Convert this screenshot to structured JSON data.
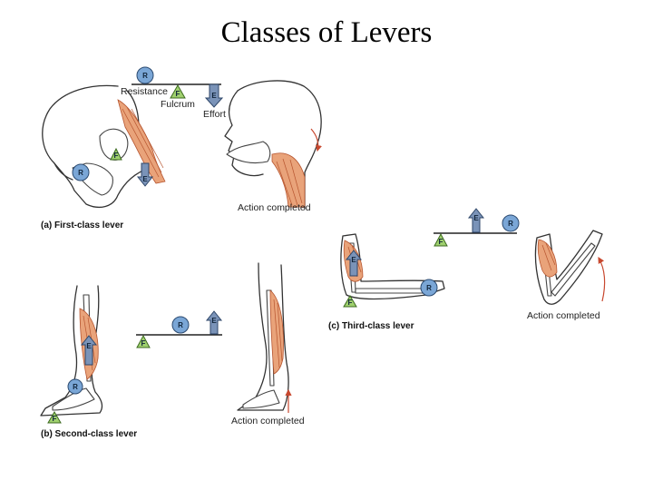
{
  "title": "Classes of Levers",
  "symbols": {
    "resistance": "R",
    "fulcrum": "F",
    "effort": "E"
  },
  "key": {
    "resistance": "Resistance",
    "fulcrum": "Fulcrum",
    "effort": "Effort"
  },
  "panels": [
    {
      "id": "a",
      "caption": "(a) First-class lever",
      "completed": "Action completed"
    },
    {
      "id": "b",
      "caption": "(b) Second-class lever",
      "completed": "Action completed"
    },
    {
      "id": "c",
      "caption": "(c) Third-class lever",
      "completed": "Action completed"
    }
  ],
  "colors": {
    "resistance": "#7aa6d6",
    "fulcrum": "#9fd06e",
    "effort": "#7a93b8",
    "muscle": "#e9a37a",
    "motion_arrow": "#c8482f"
  }
}
